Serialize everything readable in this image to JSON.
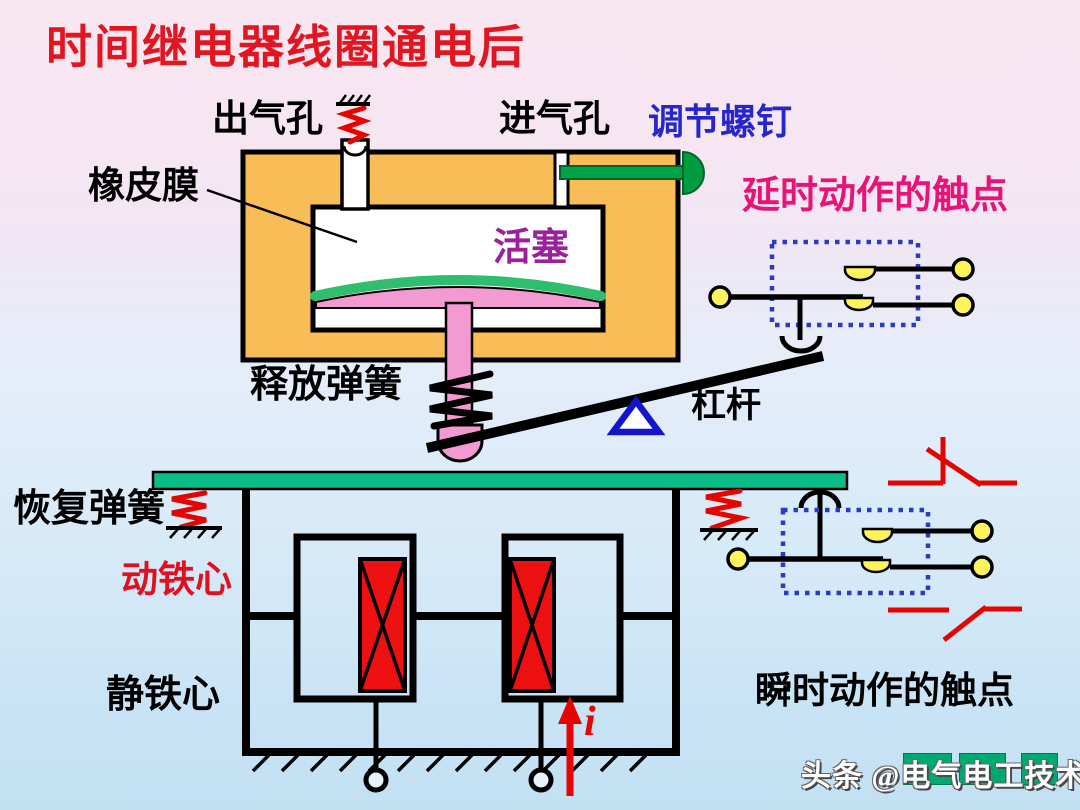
{
  "slide": {
    "title": "时间继电器线圈通电后",
    "watermark": "头条 @电气电工技术"
  },
  "labels": {
    "air_outlet": "出气孔",
    "air_inlet": "进气孔",
    "adjusting_screw": "调节螺钉",
    "delayed_contacts": "延时动作的触点",
    "rubber_membrane": "橡皮膜",
    "piston": "活塞",
    "release_spring": "释放弹簧",
    "lever": "杠杆",
    "recovery_spring": "恢复弹簧",
    "moving_iron_core": "动铁心",
    "static_iron_core": "静铁心",
    "instant_contacts": "瞬时动作的触点",
    "current_symbol": "i"
  },
  "colors": {
    "title_red": "#e11621",
    "label_blue": "#2626cc",
    "label_magenta": "#ea1177",
    "label_purple": "#9c1f9c",
    "label_red": "#e01020",
    "housing_orange": "#f8bd56",
    "piston_pink": "#f49ad2",
    "membrane_green": "#2fbe6e",
    "armature_green": "#0abc85",
    "screw_green": "#00a447",
    "spring_red": "#e50500",
    "coil_red": "#ee1111",
    "contact_yellow": "#fff35c",
    "dotted_blue": "#2b3abf",
    "fulcrum_blue": "#1414cc",
    "watermark_green": "#00a96d"
  }
}
